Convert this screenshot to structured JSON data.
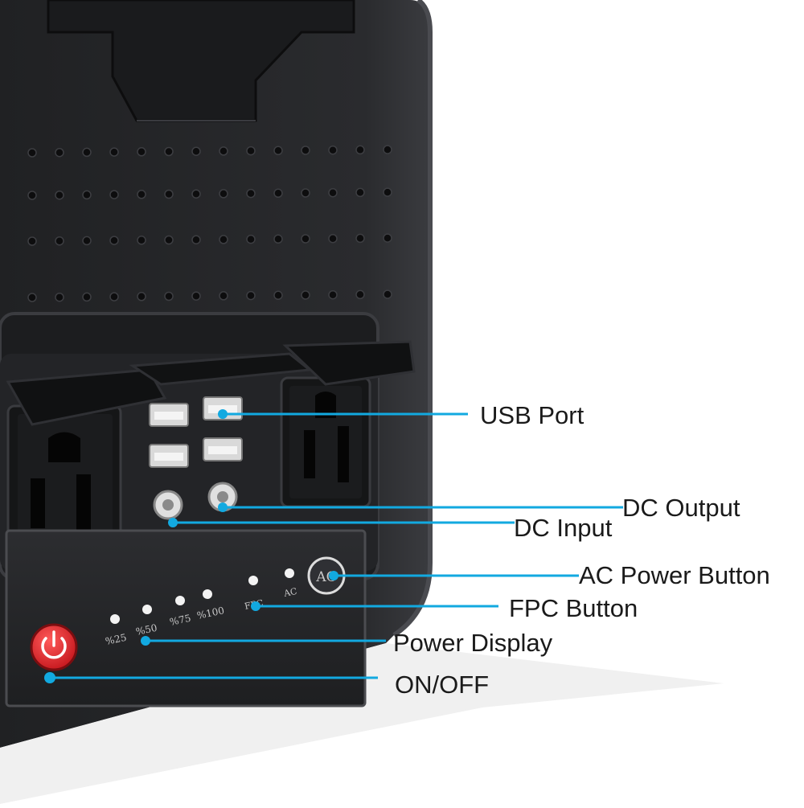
{
  "callouts": {
    "usb_port": "USB Port",
    "dc_output": "DC Output",
    "dc_input": "DC Input",
    "ac_power_button": "AC Power Button",
    "fpc_button": "FPC Button",
    "power_display": "Power Display",
    "on_off": "ON/OFF"
  },
  "panel": {
    "level_25": "%25",
    "level_50": "%50",
    "level_75": "%75",
    "level_100": "%100",
    "fpc": "FPC",
    "ac": "AC",
    "ac_button": "AC"
  },
  "colors": {
    "callout_line": "#12a9e0",
    "body": "#252628",
    "power_button": "#e52026"
  },
  "icons": [
    "power-icon",
    "ac-outlet",
    "usb-a-port",
    "dc-barrel-port"
  ]
}
